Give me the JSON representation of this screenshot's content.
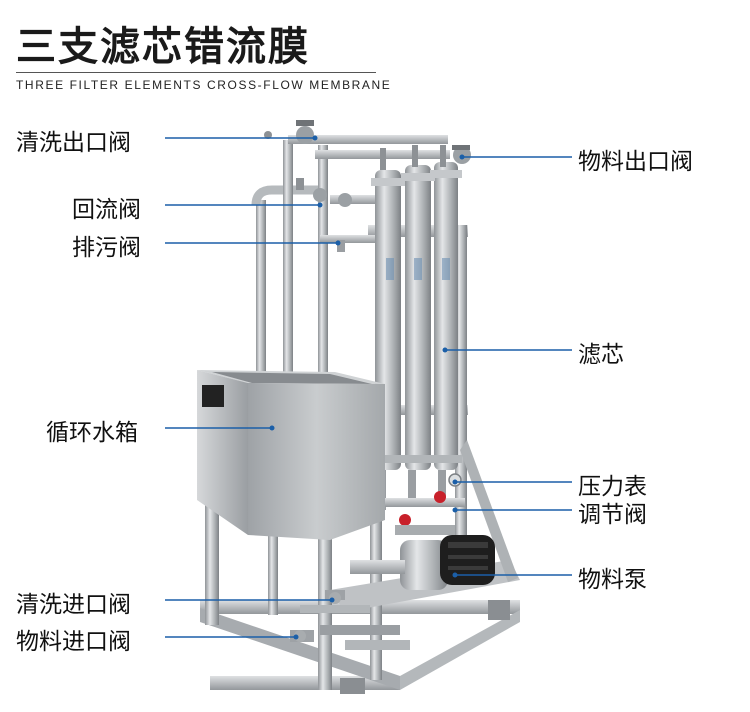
{
  "header": {
    "title": "三支滤芯错流膜",
    "subtitle": "THREE FILTER ELEMENTS CROSS-FLOW MEMBRANE"
  },
  "labels": {
    "clean_outlet_valve": "清洗出口阀",
    "reflux_valve": "回流阀",
    "drain_valve": "排污阀",
    "circulating_tank": "循环水箱",
    "clean_inlet_valve": "清洗进口阀",
    "material_inlet_valve": "物料进口阀",
    "material_outlet_valve": "物料出口阀",
    "filter_element": "滤芯",
    "pressure_gauge": "压力表",
    "regulating_valve": "调节阀",
    "material_pump": "物料泵"
  },
  "colors": {
    "leader_line": "#1b5fa8",
    "steel": "#b9bcbf",
    "steel_dark": "#8d9195",
    "pump_black": "#1e1e1e",
    "valve_red": "#c8202a"
  }
}
